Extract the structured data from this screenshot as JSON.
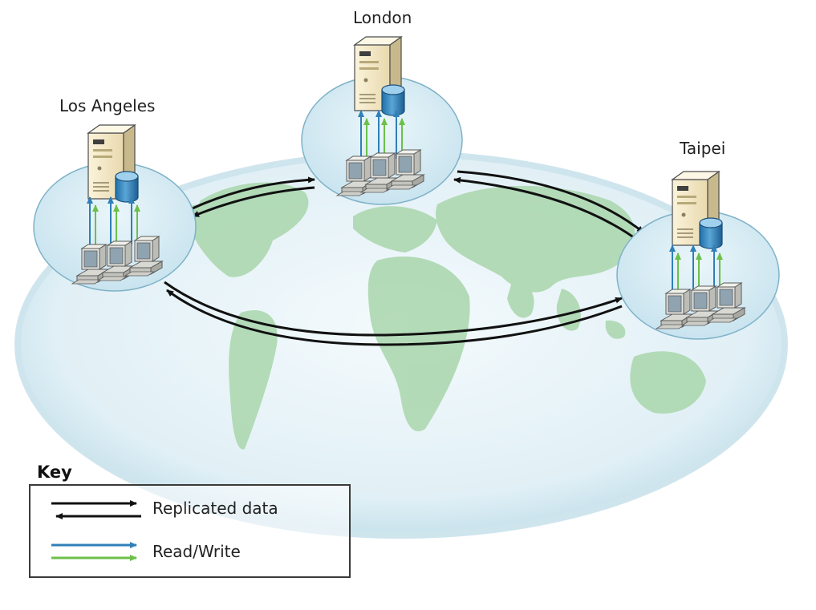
{
  "sites": {
    "london": {
      "name": "London"
    },
    "los_angeles": {
      "name": "Los Angeles"
    },
    "taipei": {
      "name": "Taipei"
    }
  },
  "key": {
    "title": "Key",
    "replicated_label": "Replicated data",
    "read_write_label": "Read/Write"
  },
  "colors": {
    "replication_arrow": "#111111",
    "read_write_blue": "#2f7fb8",
    "read_write_green": "#6cc04a",
    "site_disc": "#d7ecf3",
    "globe_ocean": "#e4f1f6",
    "continents": "#9ccf9f"
  },
  "icons": {
    "server": "server-tower-icon",
    "database": "database-cylinder-icon",
    "client": "client-computer-icon"
  }
}
